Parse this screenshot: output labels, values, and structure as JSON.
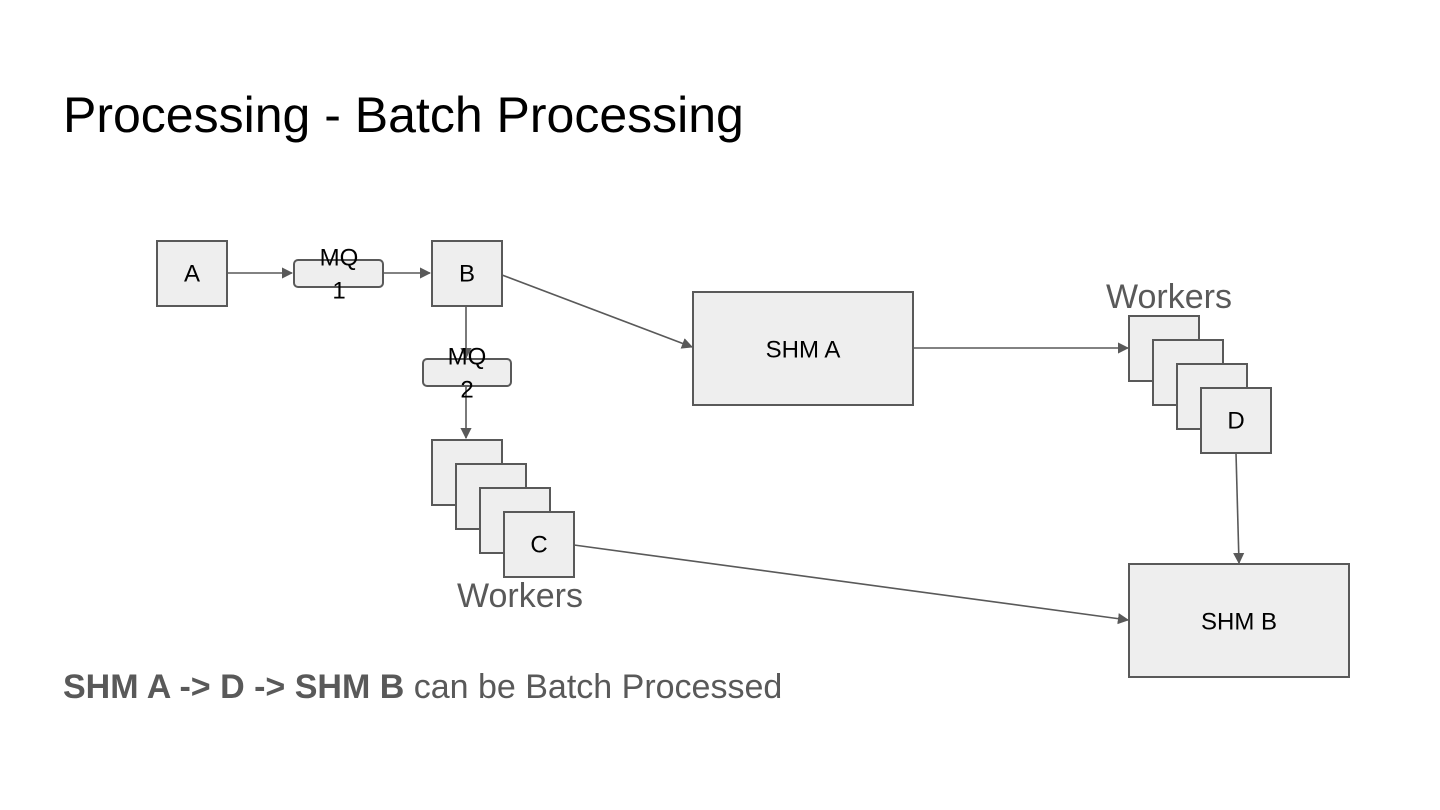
{
  "slide": {
    "title": "Processing - Batch Processing",
    "footer": {
      "bold_part": "SHM A -> D -> SHM B",
      "regular_part": " can be Batch Processed"
    }
  },
  "diagram": {
    "colors": {
      "box_fill": "#eeeeee",
      "stroke": "#595959",
      "label_text": "#000000",
      "workers_text": "#595959"
    },
    "nodes": {
      "A": {
        "label": "A"
      },
      "MQ1": {
        "label_line1": "MQ",
        "label_line2": "1"
      },
      "B": {
        "label": "B"
      },
      "MQ2": {
        "label_line1": "MQ",
        "label_line2": "2"
      },
      "C": {
        "label": "C"
      },
      "SHMA": {
        "label": "SHM A"
      },
      "D": {
        "label": "D"
      },
      "SHMB": {
        "label": "SHM B"
      }
    },
    "groups": {
      "workers_c": {
        "label": "Workers",
        "stack_count": 4
      },
      "workers_d": {
        "label": "Workers",
        "stack_count": 4
      }
    },
    "edges": [
      {
        "from": "A",
        "to": "MQ1"
      },
      {
        "from": "MQ1",
        "to": "B"
      },
      {
        "from": "B",
        "to": "MQ2"
      },
      {
        "from": "MQ2",
        "to": "workers_c"
      },
      {
        "from": "B",
        "to": "SHMA"
      },
      {
        "from": "SHMA",
        "to": "workers_d"
      },
      {
        "from": "D",
        "to": "SHMB"
      },
      {
        "from": "C",
        "to": "SHMB"
      }
    ]
  }
}
